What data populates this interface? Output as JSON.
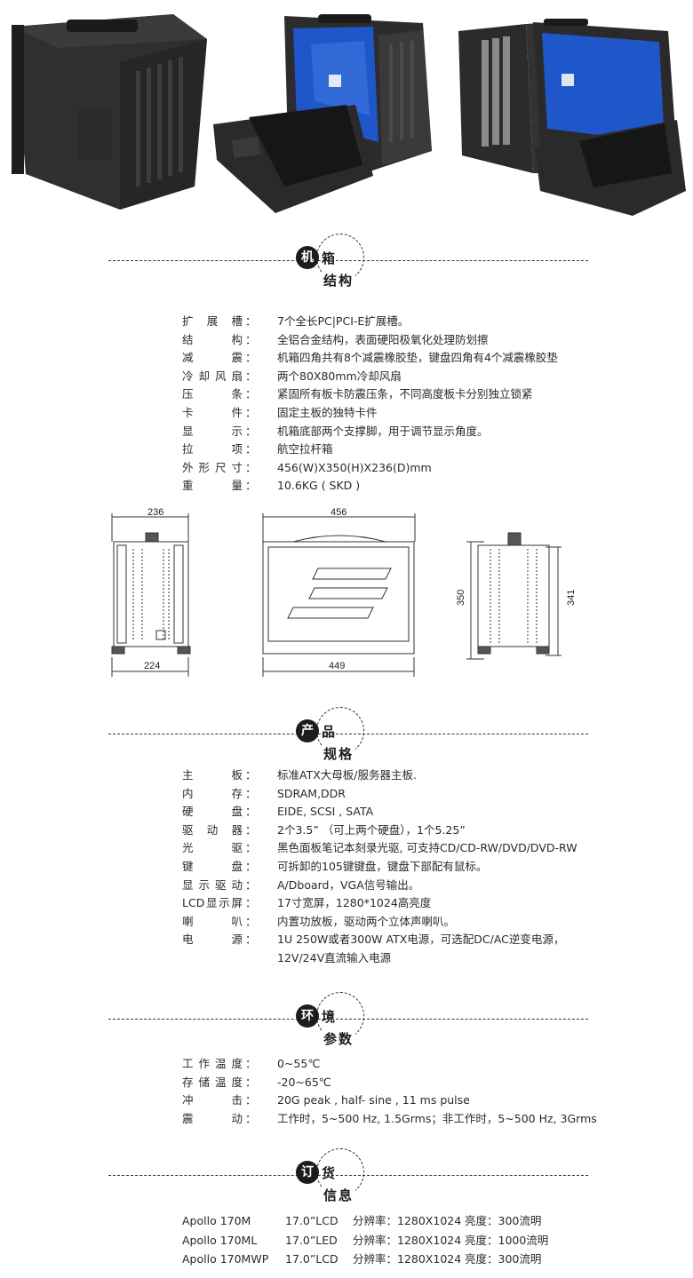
{
  "sections": {
    "chassis": {
      "badge": "机",
      "title1": "箱",
      "title2": "结构"
    },
    "product": {
      "badge": "产",
      "title1": "品",
      "title2": "规格"
    },
    "environment": {
      "badge": "环",
      "title1": "境",
      "title2": "参数"
    },
    "order": {
      "badge": "订",
      "title1": "货",
      "title2": "信息"
    }
  },
  "chassis_specs": [
    {
      "label": "扩展槽",
      "value": "7个全长PC|PCI-E扩展槽。"
    },
    {
      "label": "结构",
      "value": "全铝合金结构，表面硬阳极氧化处理防划擦"
    },
    {
      "label": "减震",
      "value": "机箱四角共有8个减震橡胶垫，键盘四角有4个减震橡胶垫"
    },
    {
      "label": "冷却风扇",
      "value": "两个80X80mm冷却风扇"
    },
    {
      "label": "压条",
      "value": "紧固所有板卡防震压条，不同高度板卡分别独立锁紧"
    },
    {
      "label": "卡件",
      "value": "固定主板的独特卡件"
    },
    {
      "label": "显示",
      "value": "机箱底部两个支撑脚，用于调节显示角度。"
    },
    {
      "label": "拉项",
      "value": "航空拉杆箱"
    },
    {
      "label": "外形尺寸",
      "value": "456(W)X350(H)X236(D)mm"
    },
    {
      "label": "重量",
      "value": "10.6KG ( SKD )"
    }
  ],
  "dimensions": {
    "side_top": "236",
    "side_bottom": "224",
    "front_top": "456",
    "front_bottom": "449",
    "rear_left": "350",
    "rear_right": "341"
  },
  "product_specs": [
    {
      "label": "主板",
      "value": "标准ATX大母板/服务器主板."
    },
    {
      "label": "内存",
      "value": "SDRAM,DDR"
    },
    {
      "label": "硬盘",
      "value": "EIDE, SCSI , SATA"
    },
    {
      "label": "驱动器",
      "value": "2个3.5” （可上两个硬盘），1个5.25”"
    },
    {
      "label": "光驱",
      "value": "黑色面板笔记本刻录光驱, 可支持CD/CD-RW/DVD/DVD-RW"
    },
    {
      "label": "键盘",
      "value": "可拆卸的105键键盘，键盘下部配有鼠标。"
    },
    {
      "label": "显示驱动",
      "value": "A/Dboard，VGA信号输出。"
    },
    {
      "label": "LCD显示屏",
      "value": "17寸宽屏，1280*1024高亮度"
    },
    {
      "label": "喇叭",
      "value": "内置功放板，驱动两个立体声喇叭。"
    },
    {
      "label": "电源",
      "value": "1U 250W或者300W ATX电源，可选配DC/AC逆变电源，"
    },
    {
      "label": "",
      "value": "12V/24V直流输入电源"
    }
  ],
  "environment_specs": [
    {
      "label": "工作温度",
      "value": "0~55℃"
    },
    {
      "label": "存储温度",
      "value": "-20~65℃"
    },
    {
      "label": "冲击",
      "value": "20G peak , half- sine , 11 ms pulse"
    },
    {
      "label": "震动",
      "value": "工作时，5~500 Hz, 1.5Grms；非工作时，5~500 Hz, 3Grms"
    }
  ],
  "order_info": [
    {
      "model": "Apollo 170M",
      "size": "17.0”LCD",
      "resolution": "分辨率：1280X1024",
      "brightness": "亮度：300流明"
    },
    {
      "model": "Apollo  170ML",
      "size": "17.0”LED",
      "resolution": "分辨率：1280X1024",
      "brightness": "亮度：1000流明"
    },
    {
      "model": "Apollo  170MWP",
      "size": "17.0”LCD",
      "resolution": "分辨率：1280X1024",
      "brightness": "亮度：300流明"
    }
  ],
  "colors": {
    "ink": "#1c1c1c",
    "screen": "#1f56c9",
    "chassis": "#2b2b2b"
  }
}
